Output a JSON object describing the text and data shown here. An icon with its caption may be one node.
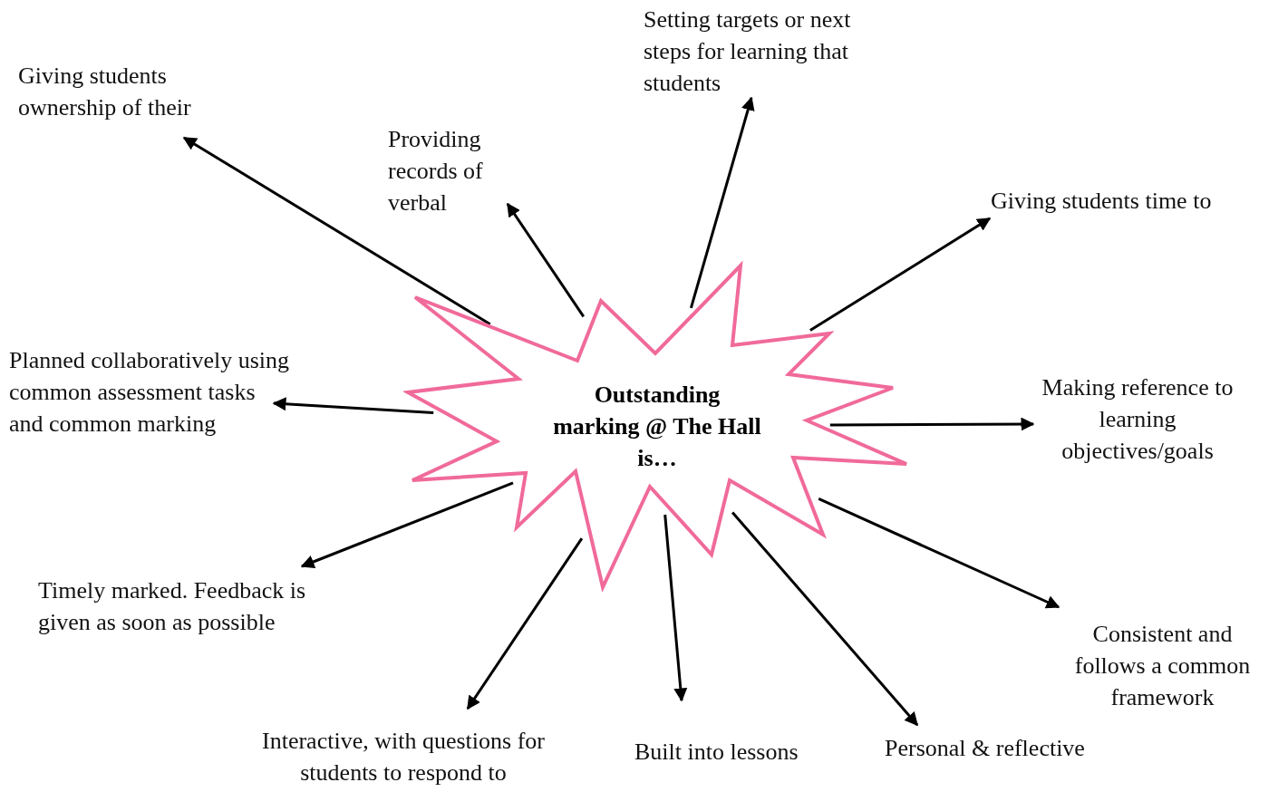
{
  "diagram": {
    "nodes": [
      {
        "text": [
          "Outstanding marking @ The Hall is…"
        ]
      },
      {
        "text": [
          "Setting targets or next steps for learning that students"
        ]
      },
      {
        "text": [
          "Giving students ownership of their"
        ]
      },
      {
        "text": [
          "Providing records of verbal"
        ]
      },
      {
        "text": [
          "Giving students time to"
        ]
      },
      {
        "text": [
          "Planned collaboratively using common assessment tasks and common marking"
        ]
      },
      {
        "text": [
          "Making reference to learning objectives/goals"
        ]
      },
      {
        "text": [
          "Timely marked. Feedback is given as soon as possible"
        ]
      },
      {
        "text": [
          "Consistent and follows a common framework"
        ]
      },
      {
        "text": [
          "Interactive, with questions for students to respond to"
        ]
      },
      {
        "text": [
          "Built into lessons"
        ]
      },
      {
        "text": [
          "Personal & reflective"
        ]
      }
    ],
    "edges": [
      {
        "from": 0,
        "to": 2,
        "arrow": "to"
      },
      {
        "from": 0,
        "to": 3,
        "arrow": "to"
      },
      {
        "from": 0,
        "to": 1,
        "arrow": "to"
      },
      {
        "from": 0,
        "to": 4,
        "arrow": "to"
      },
      {
        "from": 0,
        "to": 5,
        "arrow": "to"
      },
      {
        "from": 0,
        "to": 6,
        "arrow": "to"
      },
      {
        "from": 0,
        "to": 7,
        "arrow": "to"
      },
      {
        "from": 0,
        "to": 8,
        "arrow": "to"
      },
      {
        "from": 0,
        "to": 9,
        "arrow": "to"
      },
      {
        "from": 0,
        "to": 10,
        "arrow": "to"
      },
      {
        "from": 0,
        "to": 11,
        "arrow": "to"
      }
    ]
  }
}
